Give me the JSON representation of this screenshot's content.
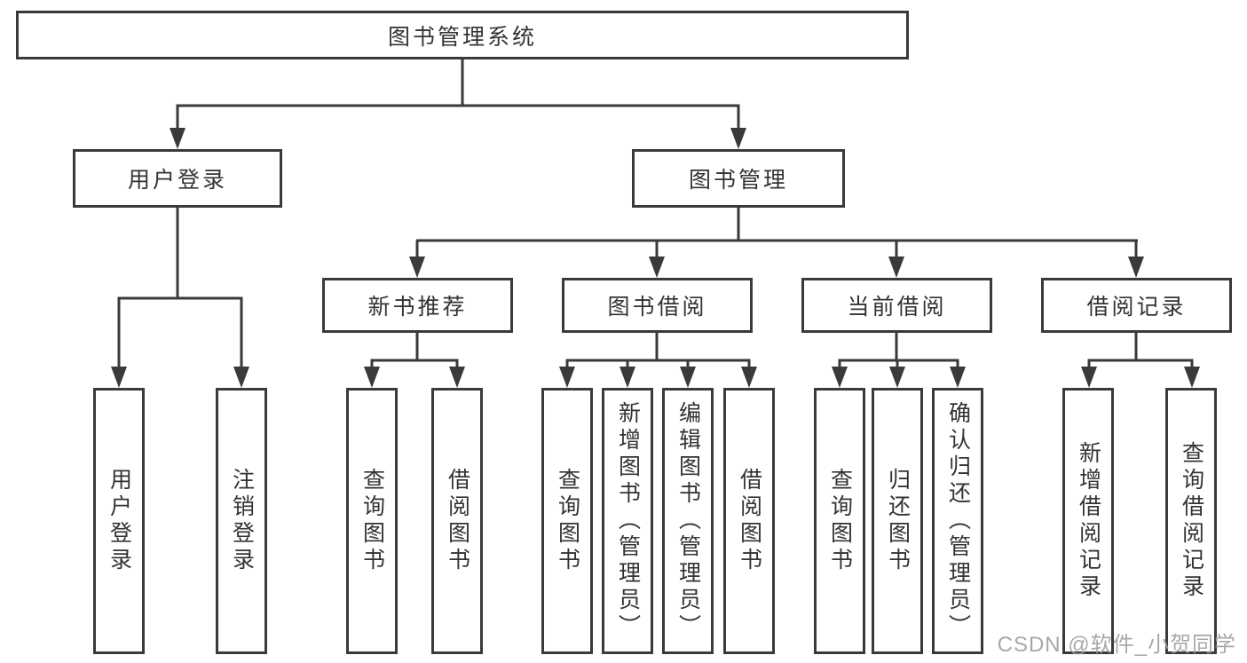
{
  "diagram": {
    "tree": {
      "label": "图书管理系统",
      "children": [
        {
          "label": "用户登录",
          "children": [
            {
              "label": "用户登录"
            },
            {
              "label": "注销登录"
            }
          ]
        },
        {
          "label": "图书管理",
          "children": [
            {
              "label": "新书推荐",
              "children": [
                {
                  "label": "查询图书"
                },
                {
                  "label": "借阅图书"
                }
              ]
            },
            {
              "label": "图书借阅",
              "children": [
                {
                  "label": "查询图书"
                },
                {
                  "label": "新增图书（管理员）"
                },
                {
                  "label": "编辑图书（管理员）"
                },
                {
                  "label": "借阅图书"
                }
              ]
            },
            {
              "label": "当前借阅",
              "children": [
                {
                  "label": "查询图书"
                },
                {
                  "label": "归还图书"
                },
                {
                  "label": "确认归还（管理员）"
                }
              ]
            },
            {
              "label": "借阅记录",
              "children": [
                {
                  "label": "新增借阅记录"
                },
                {
                  "label": "查询借阅记录"
                }
              ]
            }
          ]
        }
      ]
    },
    "colors": {
      "line": "#3a3a3a",
      "box_border": "#3a3a3a",
      "box_fill": "#ffffff",
      "text": "#333333",
      "watermark": "#9e9e9e",
      "background": "#ffffff"
    }
  },
  "watermark": {
    "text": "CSDN @软件_小贺同学"
  }
}
